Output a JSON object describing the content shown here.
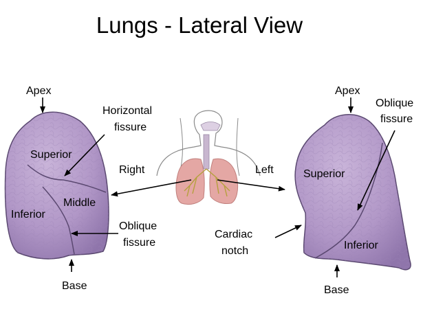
{
  "title": "Lungs - Lateral View",
  "right_lung": {
    "apex": "Apex",
    "horizontal_fissure": [
      "Horizontal",
      "fissure"
    ],
    "superior": "Superior",
    "middle": "Middle",
    "inferior": "Inferior",
    "oblique_fissure": [
      "Oblique",
      "fissure"
    ],
    "base": "Base"
  },
  "center": {
    "right": "Right",
    "left": "Left"
  },
  "left_lung": {
    "apex": "Apex",
    "oblique_fissure": [
      "Oblique",
      "fissure"
    ],
    "superior": "Superior",
    "cardiac_notch": [
      "Cardiac",
      "notch"
    ],
    "inferior": "Inferior",
    "base": "Base"
  },
  "colors": {
    "lung_fill": "#b59bc9",
    "lung_shade": "#8e72a9",
    "lung_outline": "#5a4870",
    "torso_lung_fill": "#e4a7a4",
    "airway": "#b8a8c0"
  }
}
